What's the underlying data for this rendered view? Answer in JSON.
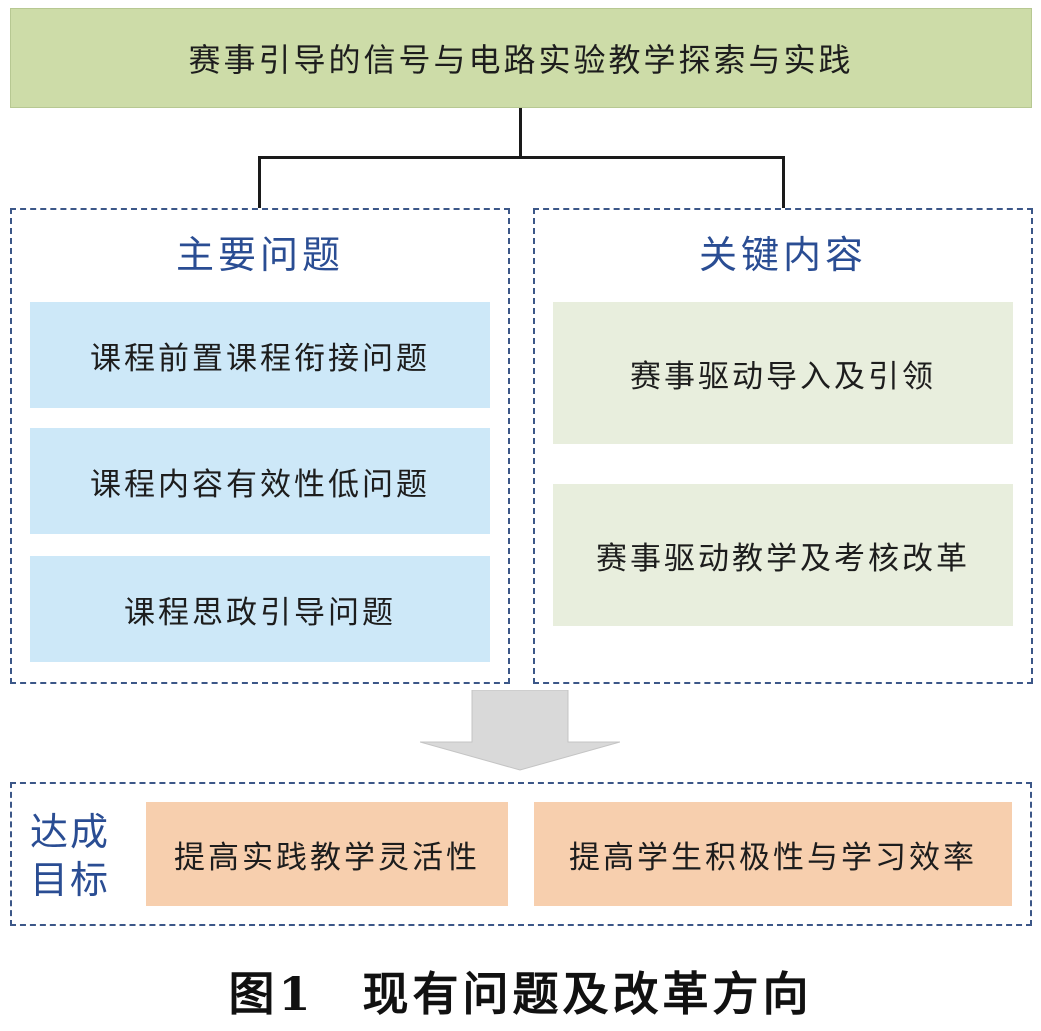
{
  "top_title": "赛事引导的信号与电路实验教学探索与实践",
  "left_group": {
    "title": "主要问题",
    "items": [
      "课程前置课程衔接问题",
      "课程内容有效性低问题",
      "课程思政引导问题"
    ]
  },
  "right_group": {
    "title": "关键内容",
    "items": [
      "赛事驱动导入及引领",
      "赛事驱动教学及考核改革"
    ]
  },
  "goal_group": {
    "label_line1": "达成",
    "label_line2": "目标",
    "items": [
      "提高实践教学灵活性",
      "提高学生积极性与学习效率"
    ]
  },
  "caption": {
    "number": "图1",
    "text": "现有问题及改革方向"
  },
  "colors": {
    "top_fill": "#cddca8",
    "problem_fill": "#cde8f8",
    "content_fill": "#e8eedd",
    "goal_fill": "#f7cfae",
    "dashed_border": "#3c5788",
    "title_blue": "#2a4d93",
    "arrow_gray": "#d9d9d9"
  }
}
